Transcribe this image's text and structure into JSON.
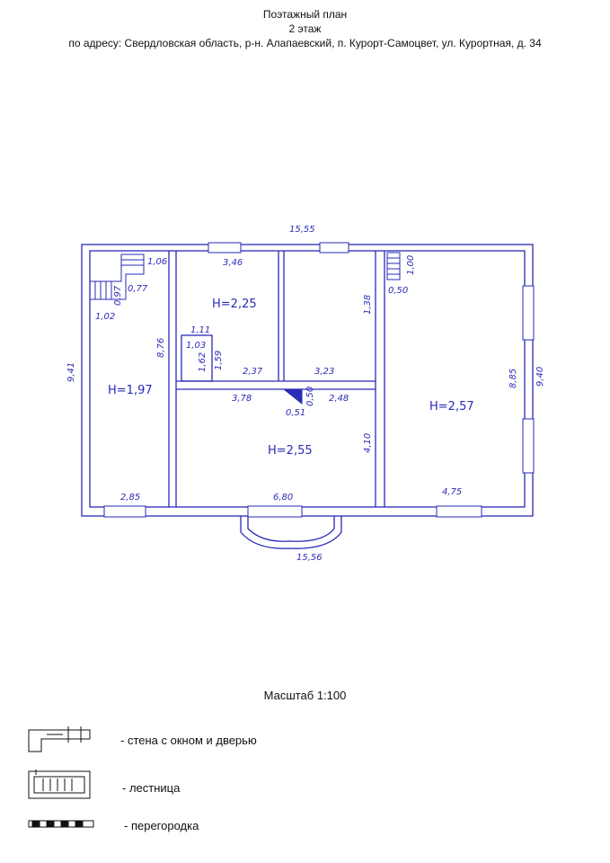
{
  "header": {
    "line1": "Поэтажный план",
    "line2": "2 этаж",
    "line3": "по адресу: Свердловская область, р-н. Алапаевский, п. Курорт-Самоцвет, ул. Курортная, д. 34"
  },
  "plan": {
    "dims": {
      "top_total": "15,55",
      "bottom_total": "15,56",
      "left_height": "9,41",
      "right_height": "9,40",
      "stair_width": "1,06",
      "stair_w2": "0,77",
      "stair_w3": "0,97",
      "stair_bottom": "1,02",
      "top_room_width": "3,46",
      "top_room_depth": "1,38",
      "partition_len": "8,76",
      "closet_w": "1,11",
      "closet_d": "1,03",
      "closet_side1": "1,62",
      "closet_side2": "1,59",
      "mid_w1": "2,37",
      "mid_w2": "3,23",
      "lower_w1": "3,78",
      "lower_w2": "2,48",
      "stair2_w": "0,51",
      "stair2_d": "0,50",
      "lower_depth": "4,10",
      "bottom_left": "2,85",
      "bottom_mid": "6,80",
      "bottom_right": "4,75",
      "right_stair_h": "1,00",
      "right_stair_w": "0,50",
      "right_room_depth": "8,85"
    },
    "heights": {
      "left": "H=1,97",
      "top_mid": "H=2,25",
      "center": "H=2,55",
      "right": "H=2,57"
    }
  },
  "scale_label": "Масштаб 1:100",
  "legend": [
    {
      "label": "- стена с окном и дверью",
      "icon": "wall-window-door-icon"
    },
    {
      "label": "- лестница",
      "icon": "staircase-icon"
    },
    {
      "label": "- перегородка",
      "icon": "partition-icon"
    }
  ],
  "colors": {
    "plan_ink": "#2a2ab8",
    "text": "#111111"
  }
}
